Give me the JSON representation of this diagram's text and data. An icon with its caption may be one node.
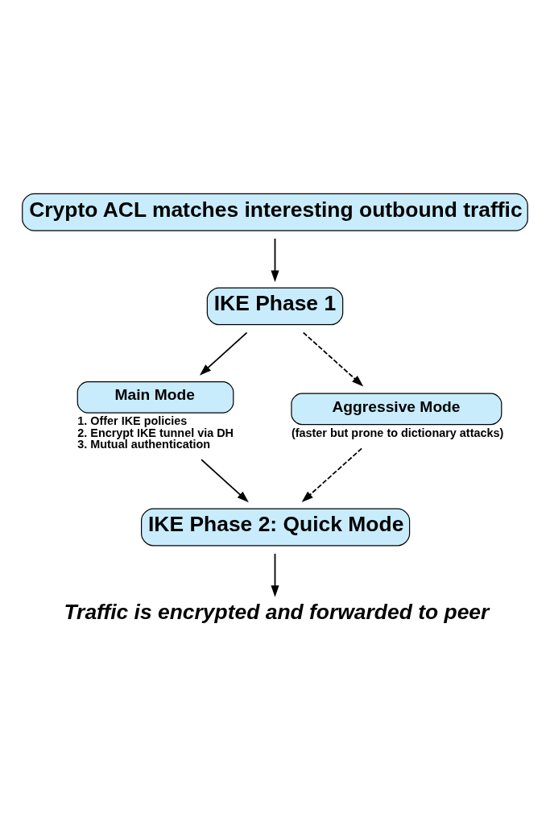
{
  "diagram": {
    "nodes": [
      {
        "text": [
          "Crypto ACL matches interesting outbound traffic"
        ]
      },
      {
        "text": [
          "IKE Phase 1"
        ]
      },
      {
        "text": [
          "Main Mode"
        ],
        "beside": [
          "1. Offer IKE policies",
          "2. Encrypt IKE tunnel via DH",
          "3. Mutual authentication"
        ]
      },
      {
        "text": [
          "Aggressive Mode"
        ],
        "beside": [
          "(faster but prone to dictionary attacks)"
        ]
      },
      {
        "text": [
          "IKE Phase 2: Quick Mode"
        ]
      },
      {
        "text": [
          "Traffic is encrypted and forwarded to peer"
        ]
      }
    ],
    "edges": [
      {
        "from": 0,
        "to": 1,
        "arrow": "to"
      },
      {
        "from": 1,
        "to": 2,
        "arrow": "to"
      },
      {
        "from": 1,
        "to": 3,
        "arrow": "to",
        "style": "dashed"
      },
      {
        "from": 2,
        "to": 4,
        "arrow": "to"
      },
      {
        "from": 3,
        "to": 4,
        "arrow": "to",
        "style": "dashed"
      },
      {
        "from": 4,
        "to": 5,
        "arrow": "to"
      }
    ]
  }
}
